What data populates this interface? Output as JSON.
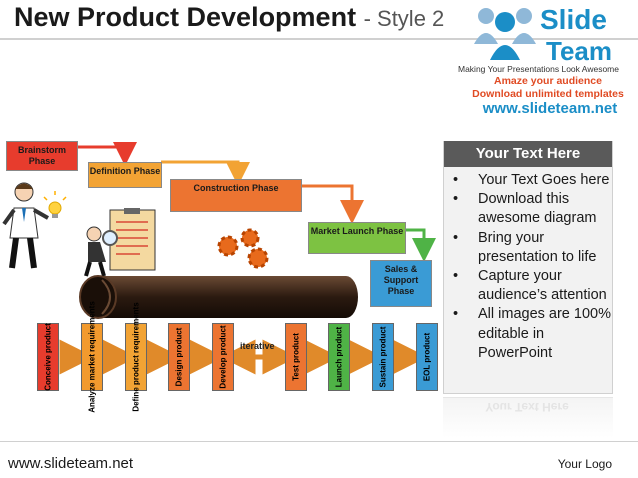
{
  "title": {
    "main": "New Product Development",
    "sub": "- Style 2"
  },
  "logo": {
    "brand_line1": "Slide",
    "brand_line2": "Team",
    "tagline": "Making Your Presentations Look Awesome",
    "line1": "Amaze your audience",
    "line2": "Download unlimited templates",
    "url": "www.slideteam.net"
  },
  "phases": [
    {
      "label": "Brainstorm Phase",
      "color": "#e73c2d"
    },
    {
      "label": "Definition Phase",
      "color": "#f2a334"
    },
    {
      "label": "Construction Phase",
      "color": "#ec7431"
    },
    {
      "label": "Market Launch Phase",
      "color": "#7dc242"
    },
    {
      "label": "Sales & Support Phase",
      "color": "#3a9bd5"
    }
  ],
  "stages": [
    {
      "label": "Conceive product",
      "color": "#e73c2d"
    },
    {
      "label": "Analyze market requirements",
      "color": "#f29a2e"
    },
    {
      "label": "Define product requirements",
      "color": "#f2a334"
    },
    {
      "label": "Design product",
      "color": "#ec7431"
    },
    {
      "label": "Develop product",
      "color": "#ec7431"
    },
    {
      "label": "Test product",
      "color": "#ec7431"
    },
    {
      "label": "Launch product",
      "color": "#4fb346"
    },
    {
      "label": "Sustain product",
      "color": "#3a9bd5"
    },
    {
      "label": "EOL product",
      "color": "#3a9bd5"
    }
  ],
  "iterative_label": "iterative",
  "panel": {
    "header": "Your Text Here",
    "bullets": [
      "Your Text Goes here",
      "Download this awesome diagram",
      "Bring your presentation to life",
      "Capture your audience’s attention",
      "All images are 100% editable in PowerPoint"
    ],
    "reflection": "Your Text Here"
  },
  "footer": {
    "url": "www.slideteam.net",
    "logo": "Your Logo"
  }
}
